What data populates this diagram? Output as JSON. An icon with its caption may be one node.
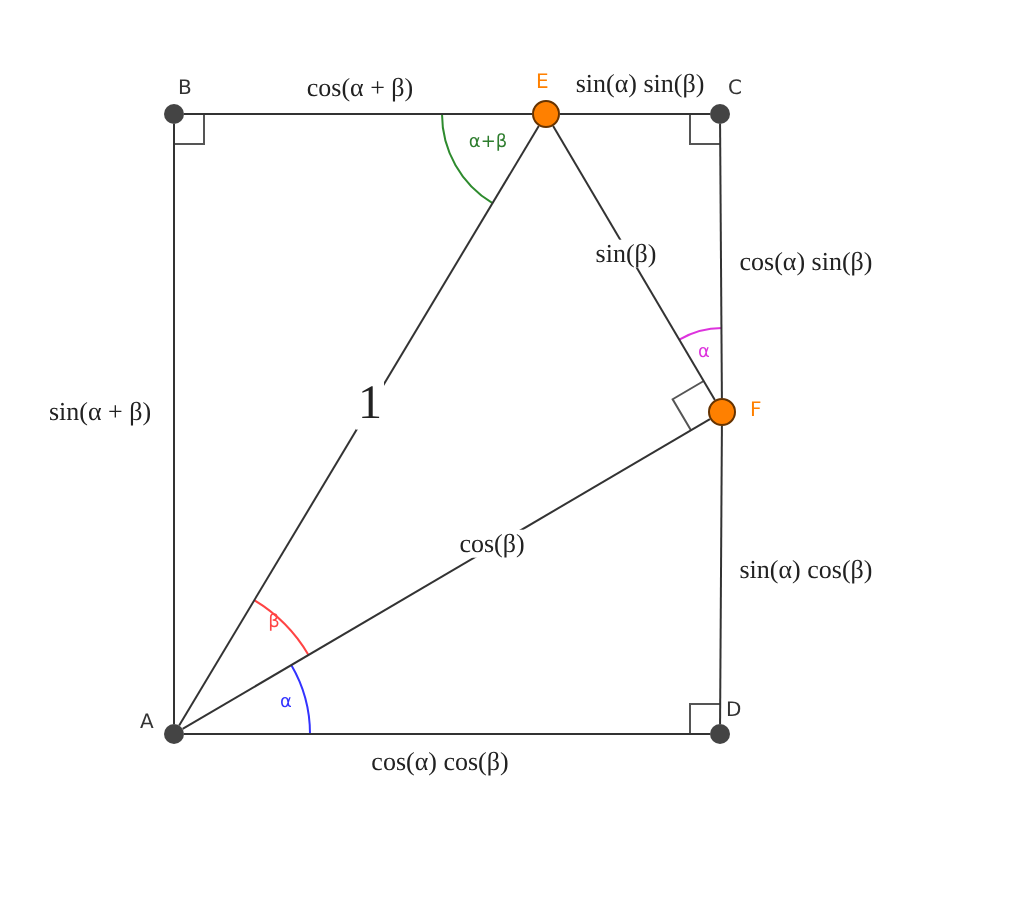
{
  "diagram": {
    "nodes": [
      {
        "text": [],
        "shape": "circle",
        "beside": [
          "A"
        ]
      },
      {
        "text": [],
        "shape": "circle",
        "beside": [
          "B"
        ]
      },
      {
        "text": [],
        "shape": "circle",
        "beside": [
          "E"
        ]
      },
      {
        "text": [],
        "shape": "circle",
        "beside": [
          "C"
        ]
      },
      {
        "text": [],
        "shape": "circle",
        "beside": [
          "F"
        ]
      },
      {
        "text": [],
        "shape": "circle",
        "beside": [
          "D"
        ]
      }
    ],
    "edges": [
      {
        "from": 1,
        "to": 2,
        "arrow": "none",
        "label": "cos(α + β)"
      },
      {
        "from": 2,
        "to": 3,
        "arrow": "none",
        "label": "sin(α) sin(β)"
      },
      {
        "from": 3,
        "to": 4,
        "arrow": "none",
        "label": "cos(α) sin(β)"
      },
      {
        "from": 4,
        "to": 5,
        "arrow": "none",
        "label": "sin(α) cos(β)"
      },
      {
        "from": 0,
        "to": 5,
        "arrow": "none",
        "label": "cos(α) cos(β)"
      },
      {
        "from": 0,
        "to": 1,
        "arrow": "none",
        "label": "sin(α + β)"
      },
      {
        "from": 0,
        "to": 2,
        "arrow": "none",
        "label": "1"
      },
      {
        "from": 0,
        "to": 4,
        "arrow": "none",
        "label": "cos(β)"
      },
      {
        "from": 2,
        "to": 4,
        "arrow": "none",
        "label": "sin(β)"
      }
    ],
    "labels": [
      "α+β",
      "α",
      "β",
      "α"
    ]
  }
}
